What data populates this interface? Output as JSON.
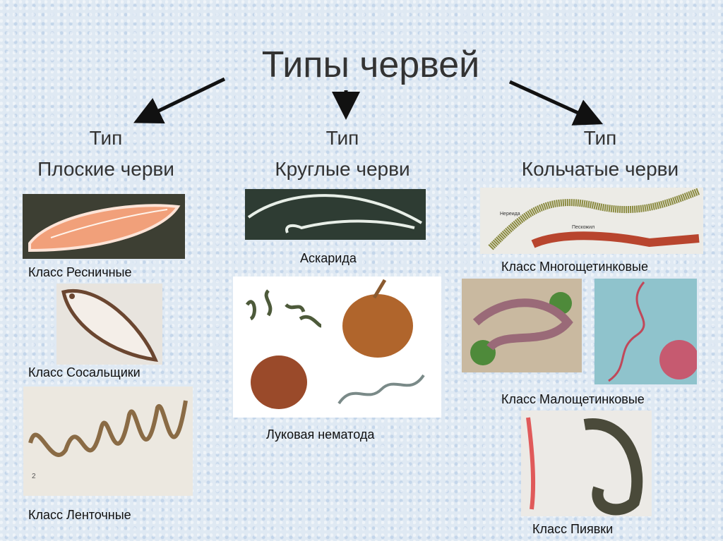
{
  "title": "Типы червей",
  "types": [
    {
      "line1": "Тип",
      "line2": "Плоские черви",
      "classes": [
        "Класс Ресничные",
        "Класс Сосальщики",
        "Класс Ленточные"
      ]
    },
    {
      "line1": "Тип",
      "line2": "Круглые черви",
      "examples": [
        "Аскарида",
        "Луковая нематода"
      ]
    },
    {
      "line1": "Тип",
      "line2": "Кольчатые черви",
      "classes": [
        "Класс Многощетинковые",
        "Класс Малощетинковые",
        "Класс Пиявки"
      ],
      "image_labels": [
        "Нереида",
        "Пескожил"
      ]
    }
  ],
  "colors": {
    "background": "#dfe9f3",
    "arrow": "#111111",
    "text": "#333333"
  }
}
